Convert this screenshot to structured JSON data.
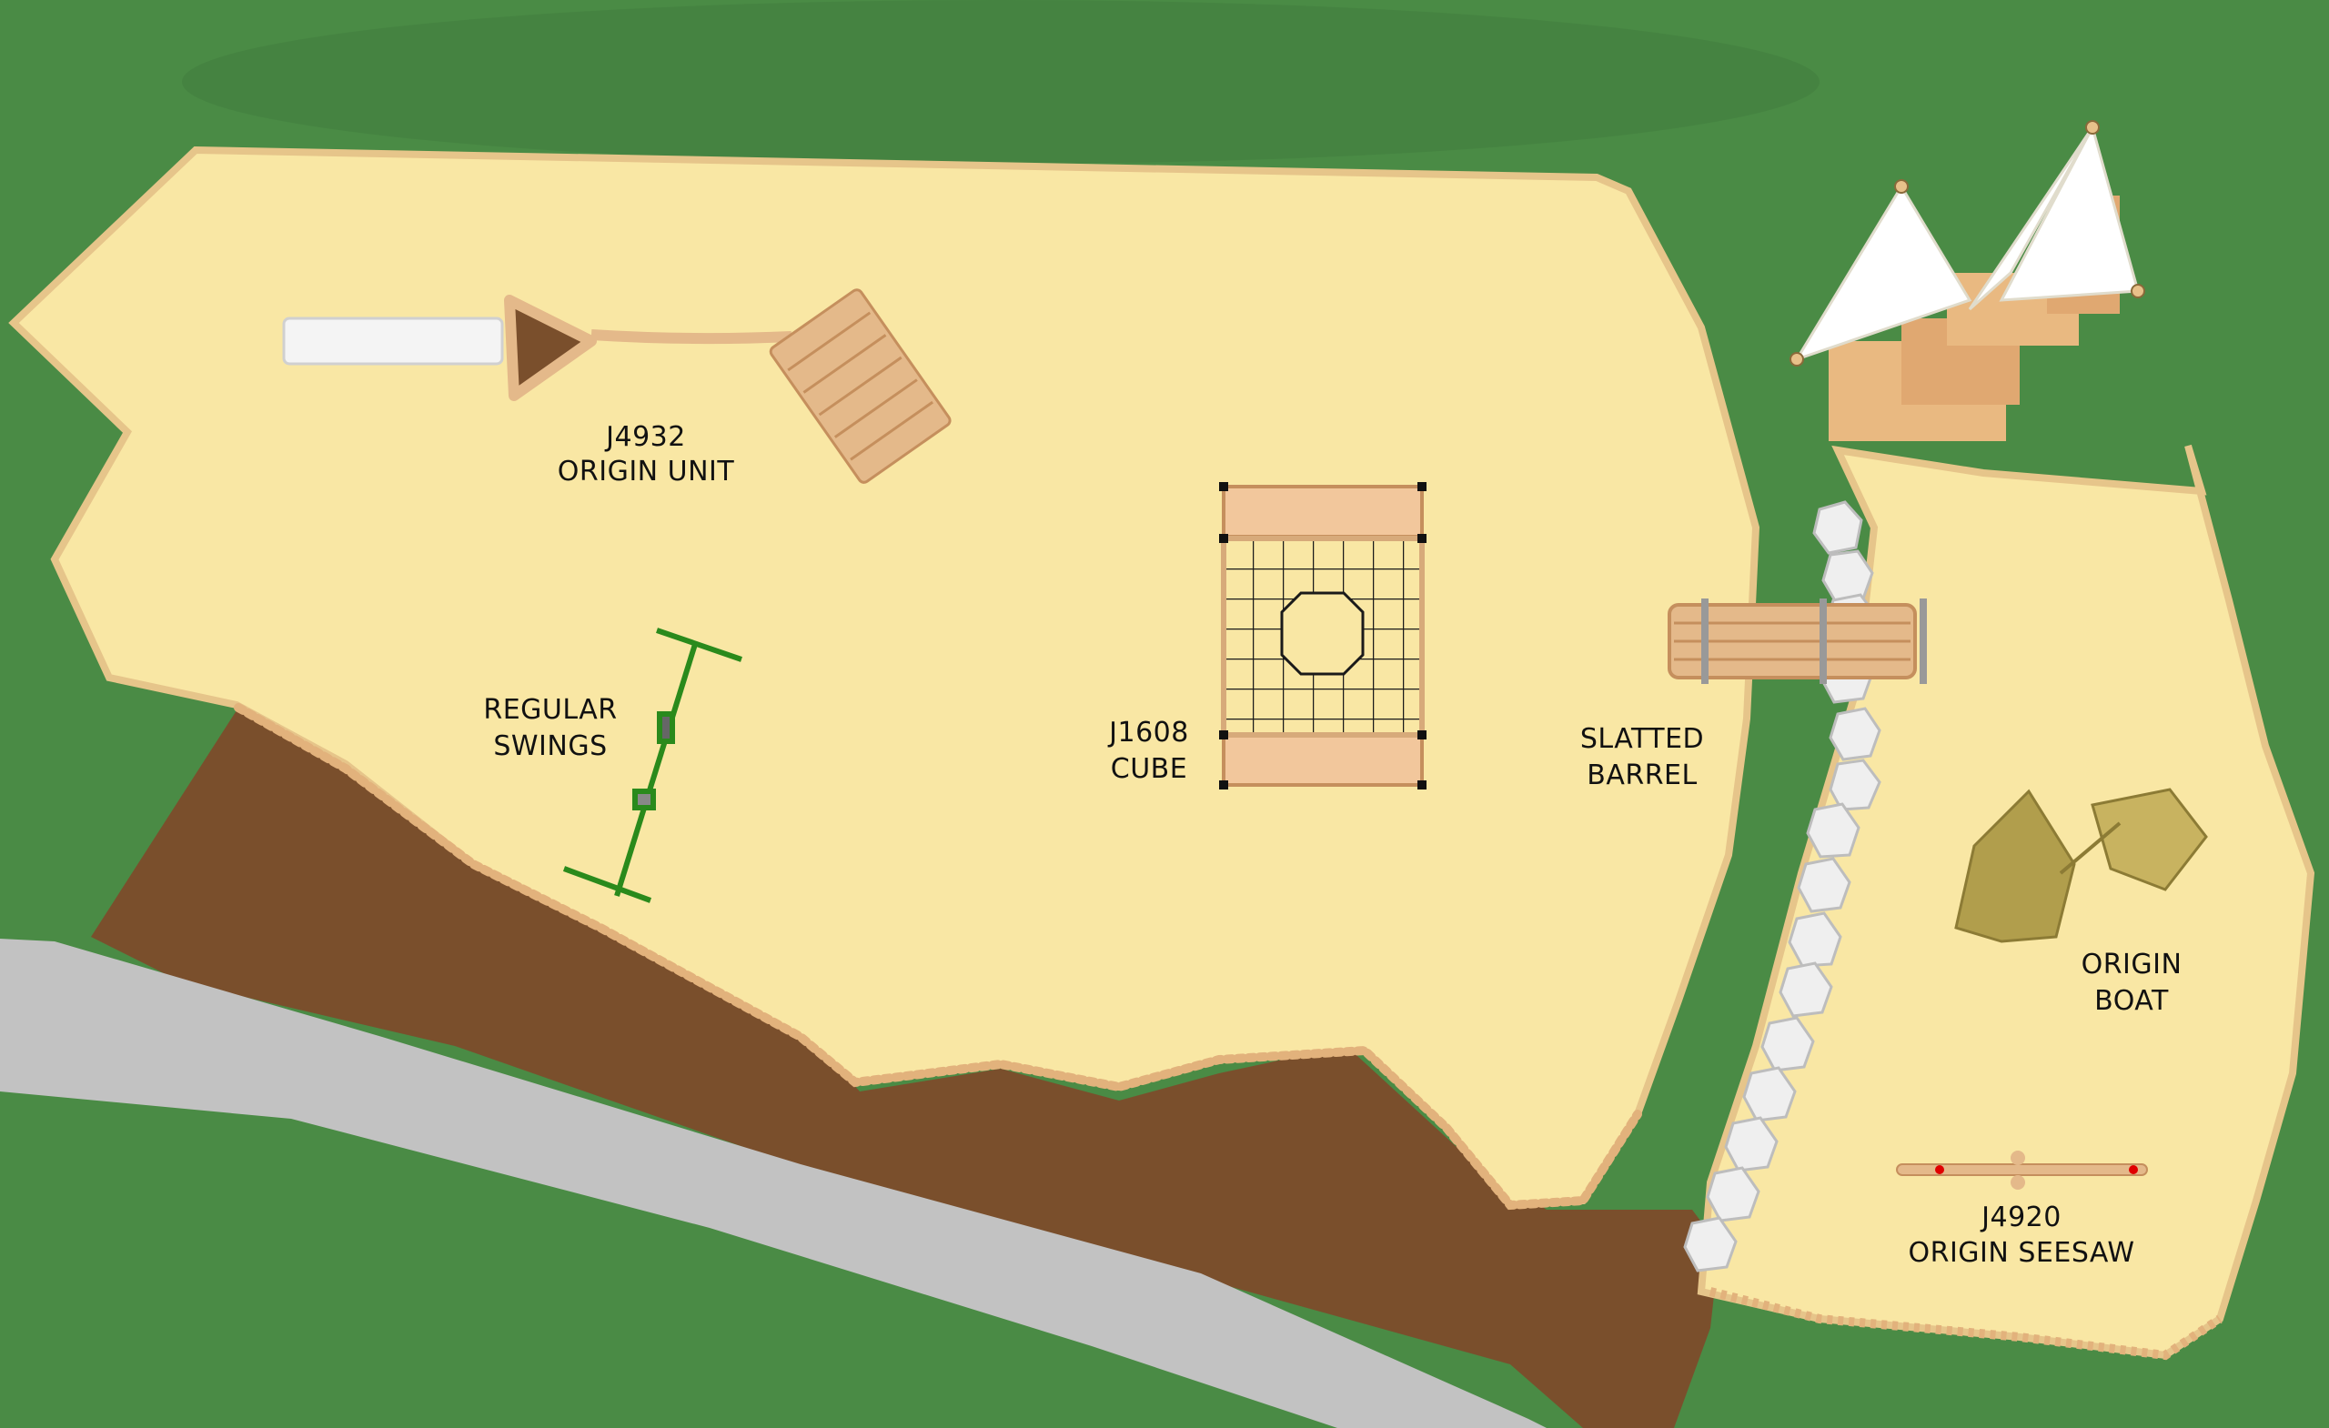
{
  "plan": {
    "colors": {
      "grass": "#4a8b45",
      "sand": "#f9e7a4",
      "mulch": "#7a4f2c",
      "path": "#c2c2c2",
      "timber": "#e4b98a",
      "swing_frame": "#2a8a1c",
      "sail": "#ffffff",
      "boulder": "#efefef"
    },
    "labels": {
      "origin_unit": [
        "J4932",
        "ORIGIN UNIT"
      ],
      "swings": [
        "REGULAR",
        "SWINGS"
      ],
      "cube": [
        "J1608",
        "CUBE"
      ],
      "barrel": [
        "SLATTED",
        "BARREL"
      ],
      "boat": [
        "ORIGIN",
        "BOAT"
      ],
      "seesaw": [
        "J4920",
        "ORIGIN SEESAW"
      ]
    }
  }
}
